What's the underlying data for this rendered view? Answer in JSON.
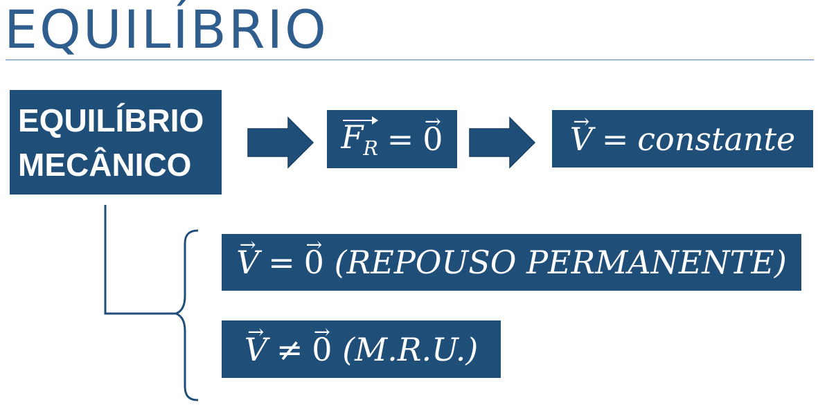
{
  "title": "EQUILÍBRIO",
  "main_box": {
    "line1": "EQUILÍBRIO",
    "line2": "MECÂNICO"
  },
  "fr_box": {
    "vector": "F",
    "subscript": "R",
    "operator": "=",
    "rhs": "0"
  },
  "vc_box": {
    "vector": "V",
    "operator": "=",
    "rhs": "constante"
  },
  "rest_box": {
    "vector": "V",
    "operator": "=",
    "rhs": "0",
    "paren_text": "(REPOUSO PERMANENTE)"
  },
  "mru_box": {
    "vector": "V",
    "operator": "≠",
    "rhs": "0",
    "paren_text": "(M.R.U.)"
  },
  "colors": {
    "box_fill": "#1f4e79",
    "title": "#2e5d8e",
    "rule": "#4f81bd",
    "connector": "#1f4e79"
  }
}
